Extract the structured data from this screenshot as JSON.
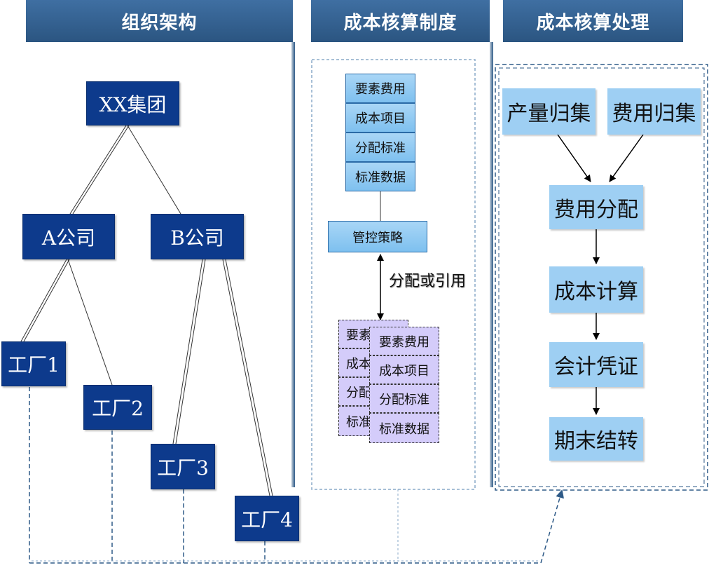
{
  "headers": {
    "org": "组织架构",
    "policy": "成本核算制度",
    "process": "成本核算处理"
  },
  "org": {
    "group": "XX集团",
    "company_a": "A公司",
    "company_b": "B公司",
    "factory_1": "工厂1",
    "factory_2": "工厂2",
    "factory_3": "工厂3",
    "factory_4": "工厂4"
  },
  "policy": {
    "items": [
      "要素费用",
      "成本项目",
      "分配标准",
      "标准数据"
    ],
    "control": "管控策略",
    "relation": "分配或引用",
    "copy_back": [
      "要素",
      "成本",
      "分配",
      "标准"
    ],
    "copy_front": [
      "要素费用",
      "成本项目",
      "分配标准",
      "标准数据"
    ]
  },
  "process": {
    "output_collect": "产量归集",
    "cost_collect": "费用归集",
    "allocate": "费用分配",
    "calculate": "成本计算",
    "voucher": "会计凭证",
    "closing": "期末结转"
  }
}
